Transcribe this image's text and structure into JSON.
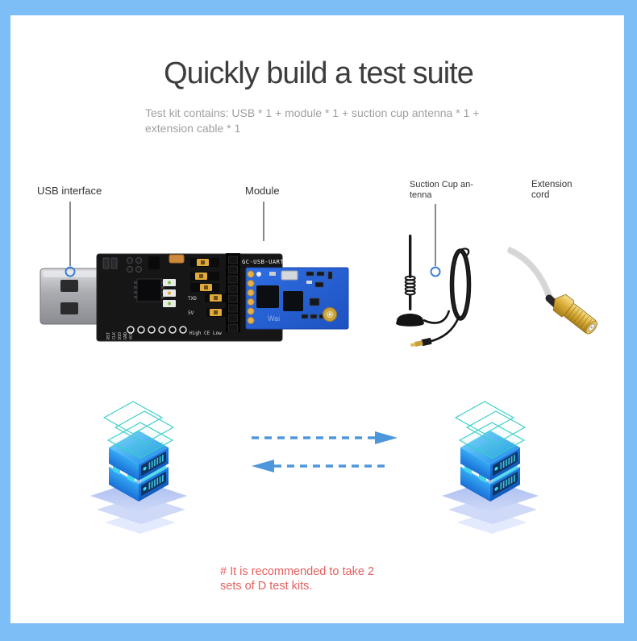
{
  "header": {
    "title": "Quickly build a test suite",
    "subtitle_line1": "Test kit contains: USB * 1 + module * 1 + suction cup antenna * 1 +",
    "subtitle_line2": "extension cable * 1"
  },
  "callouts": {
    "usb_label": "USB interface",
    "module_label": "Module",
    "antenna_label_line1": "Suction Cup an-",
    "antenna_label_line2": "tenna",
    "extension_label_line1": "Extension",
    "extension_label_line2": "cord"
  },
  "board": {
    "silkscreen": "GC-USB-UART",
    "label_txd": "TXD",
    "label_5v": "5V",
    "label_ce": "High CE Low",
    "pin_labels": [
      "RST",
      "CLK",
      "DIO",
      "GND",
      "VCC"
    ],
    "watermark": "Wai"
  },
  "note": {
    "line1": "# It is recommended to take 2",
    "line2": "sets of D test kits."
  },
  "colors": {
    "frame": "#7dbef7",
    "title": "#3d3d3d",
    "subtitle": "#a0a0a0",
    "label": "#333333",
    "arrow": "#4e96dc",
    "callout_ring": "#3f7fd6",
    "note": "#e2605e",
    "module_pcb_blue": "#2f6ee3",
    "cube_teal": "#35cfc5"
  }
}
